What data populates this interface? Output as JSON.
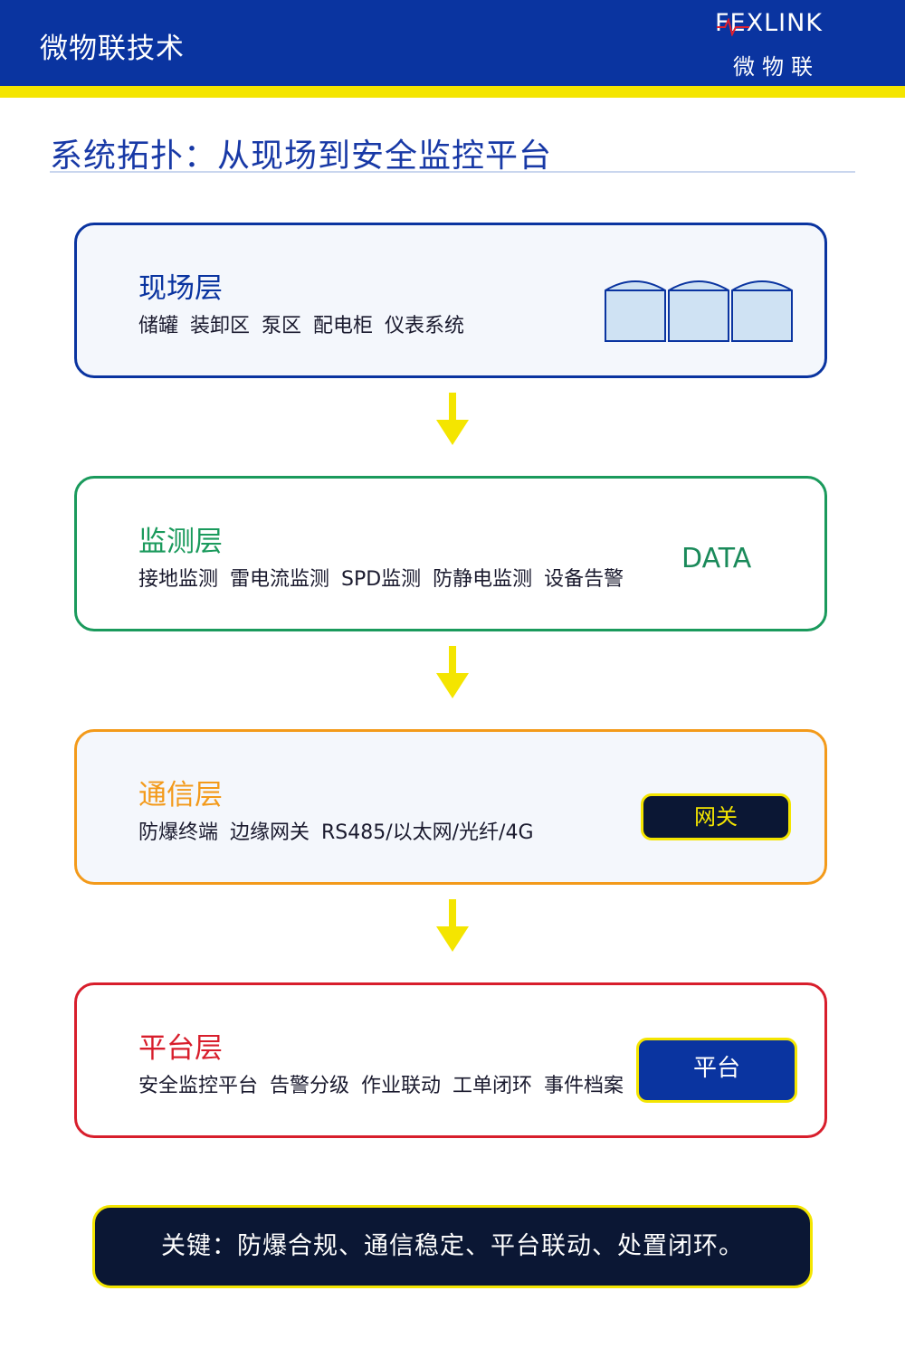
{
  "header": {
    "title": "微物联技术",
    "logo_text": "FEXLINK",
    "logo_sub": "微物联"
  },
  "page_title": "系统拓扑：从现场到安全监控平台",
  "layers": [
    {
      "name": "现场层",
      "desc": "储罐 装卸区 泵区 配电柜 仪表系统",
      "color": "#0a34a0"
    },
    {
      "name": "监测层",
      "desc": "接地监测 雷电流监测 SPD监测 防静电监测 设备告警",
      "color": "#1a9a5c",
      "tag": "DATA"
    },
    {
      "name": "通信层",
      "desc": "防爆终端 边缘网关 RS485/以太网/光纤/4G",
      "color": "#f39a1a",
      "tag": "网关"
    },
    {
      "name": "平台层",
      "desc": "安全监控平台 告警分级 作业联动 工单闭环 事件档案",
      "color": "#d81e2c",
      "tag": "平台"
    }
  ],
  "key_message": "关键：防爆合规、通信稳定、平台联动、处置闭环。",
  "colors": {
    "brand_blue": "#0a34a0",
    "accent_yellow": "#f4e500",
    "dark_navy": "#0b1734"
  }
}
